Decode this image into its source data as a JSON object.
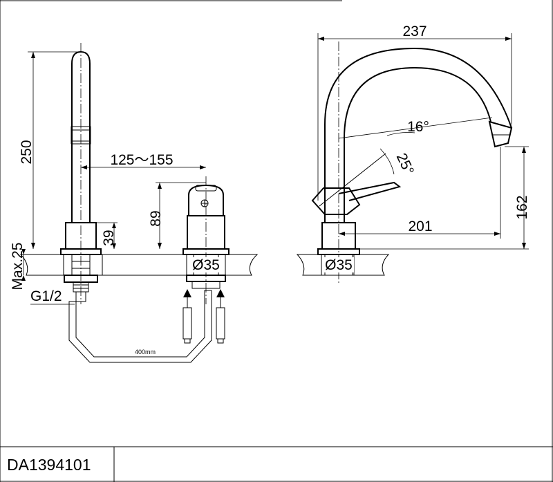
{
  "model_code": "DA1394101",
  "front_view": {
    "spout_height": "250",
    "spread": "125～155",
    "handle_height": "89",
    "base_height": "39",
    "max_deck": "Max.25",
    "thread": "G1/2",
    "hole_diameter": "Ø35",
    "hose_length": "400mm"
  },
  "side_view": {
    "reach": "237",
    "spout_angle": "16°",
    "lever_angle": "25°",
    "outlet_height": "162",
    "outlet_reach": "201",
    "hole_diameter": "Ø35"
  }
}
